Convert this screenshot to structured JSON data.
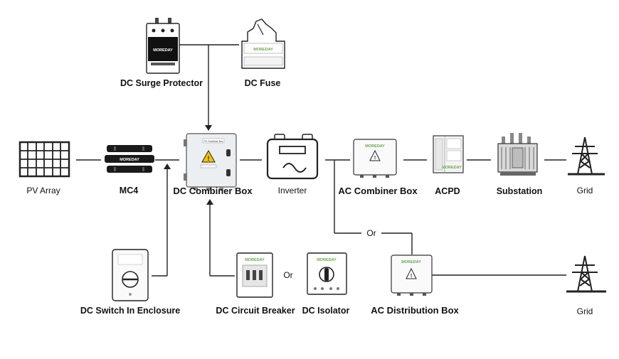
{
  "labels": {
    "pv_array": "PV Array",
    "mc4": "MC4",
    "dc_combiner_box": "DC Combiner Box",
    "inverter": "Inverter",
    "ac_combiner_box": "AC Combiner Box",
    "acpd": "ACPD",
    "substation": "Substation",
    "grid_top": "Grid",
    "dc_surge_protector": "DC Surge Protector",
    "dc_fuse": "DC Fuse",
    "dc_switch_enclosure": "DC Switch In Enclosure",
    "dc_circuit_breaker": "DC Circuit Breaker",
    "or_dc": "Or",
    "dc_isolator": "DC Isolator",
    "ac_distribution_box": "AC Distribution Box",
    "grid_bottom": "Grid",
    "or_ac": "Or"
  },
  "device_text": {
    "brand": "MOREDAY",
    "combiner_plate": "PV Combiner Box"
  },
  "colors": {
    "brand_green": "#6aa84f",
    "line": "#222222",
    "warning_yellow": "#f2c500"
  }
}
